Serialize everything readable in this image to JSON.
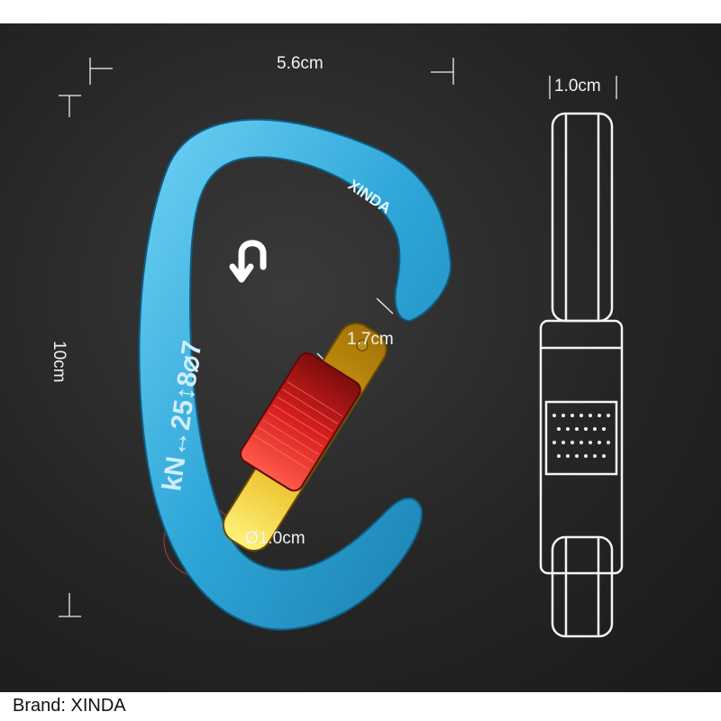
{
  "dimensions": {
    "width": "5.6cm",
    "height": "10cm",
    "gate_opening": "1.7cm",
    "bar_diameter": "Ø1.0cm",
    "side_width": "1.0cm"
  },
  "product": {
    "logo_text": "XINDA",
    "strength_marking": "kN↔25↕8⌀7"
  },
  "caption": "Brand: XINDA",
  "colors": {
    "body": "#2aa6d8",
    "gate": "#e6b21a",
    "lock_sleeve": "#c81e1e",
    "background": "#262626"
  },
  "icons": [
    "unscrew-arrow-icon"
  ]
}
